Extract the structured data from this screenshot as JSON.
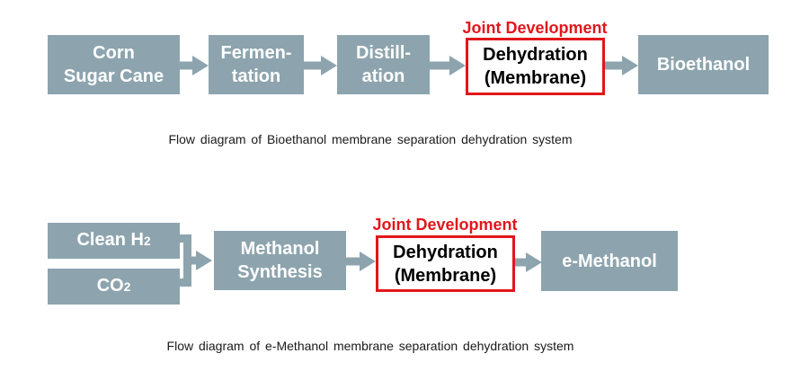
{
  "colors": {
    "page_bg": "#ffffff",
    "box_fill": "#8da4ae",
    "box_text": "#ffffff",
    "accent_red": "#e2161b",
    "highlight_fill": "#ffffff",
    "highlight_text": "#000000",
    "caption_text": "#1a1a1a"
  },
  "bioethanol_flow": {
    "joint_development_label": "Joint Development",
    "steps": {
      "source": {
        "line1": "Corn",
        "line2": "Sugar Cane"
      },
      "fermentation": {
        "line1": "Fermen-",
        "line2": "tation"
      },
      "distillation": {
        "line1": "Distill-",
        "line2": "ation"
      },
      "dehydration": {
        "line1": "Dehydration",
        "line2": "(Membrane)"
      },
      "product": {
        "line1": "Bioethanol"
      }
    },
    "caption": "Flow diagram of Bioethanol membrane separation dehydration system"
  },
  "emethanol_flow": {
    "joint_development_label": "Joint Development",
    "inputs": {
      "hydrogen": {
        "text": "Clean H",
        "subscript": "2"
      },
      "co2": {
        "text": "CO",
        "subscript": "2"
      }
    },
    "steps": {
      "synthesis": {
        "line1": "Methanol",
        "line2": "Synthesis"
      },
      "dehydration": {
        "line1": "Dehydration",
        "line2": "(Membrane)"
      },
      "product": {
        "line1": "e-Methanol"
      }
    },
    "caption": "Flow diagram of e-Methanol membrane separation dehydration system"
  }
}
